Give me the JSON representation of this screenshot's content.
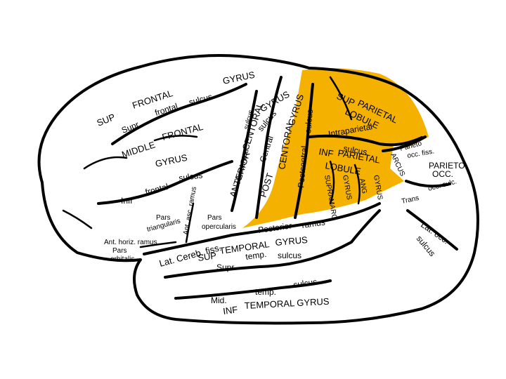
{
  "colors": {
    "highlight": "#F5B100",
    "outline": "#000000",
    "background": "#FFFFFF"
  },
  "labels": {
    "sup_frontal_gyrus_a": "GYRUS",
    "sup_frontal_gyrus_b": "FRONTAL",
    "sup_frontal_gyrus_c": "SUP",
    "sup_frontal_sulcus_a": "sulcus",
    "sup_frontal_sulcus_b": "frontal",
    "sup_frontal_sulcus_c": "Supr",
    "middle_frontal_a": "FRONTAL",
    "middle_frontal_b": "MIDDLE",
    "middle_frontal_c": "GYRUS",
    "inf_frontal_sulcus_a": "sulcus",
    "inf_frontal_sulcus_b": "frontal",
    "inf_frontal_sulcus_c": "Infr",
    "precentral_a": "Precentral",
    "precentral_b": "sulcus",
    "anterior_central_a": "ANTERIOR",
    "anterior_central_b": "CENTORAL",
    "anterior_central_c": "GYRUS",
    "central_sulcus_a": "Central",
    "central_sulcus_b": "sulcus",
    "post_central_a": "POST",
    "post_central_b": "CENTORAL",
    "post_central_c": "GYRUS",
    "postcentral_sulcus_a": "Postcentral",
    "postcentral_sulcus_b": "sulcus",
    "sup_parietal_a": "SUP",
    "sup_parietal_b": "PARIETAL",
    "sup_parietal_c": "LOBULE",
    "intraparietal_a": "Intraparietal",
    "intraparietal_b": "sulcus",
    "inf_parietal_a": "INF",
    "inf_parietal_b": "PARIETAL",
    "inf_parietal_c": "LOBULE",
    "supramarg": "SUPRAMARG",
    "gyrus_small": "GYRUS",
    "ang": "ANG",
    "gyrus_small_2": "GYRUS",
    "arcus": "ARCUS",
    "parieto_occ_fiss_a": "Parieto",
    "parieto_occ_fiss_b": "occ. fiss.",
    "parieto_occ_a": "PARIETO",
    "parieto_occ_b": "OCC.",
    "trans_occ_sulc_a": "Trans",
    "trans_occ_sulc_b": "occ. sulc.",
    "lat_occ_sulcus_a": "Lat. occ.",
    "lat_occ_sulcus_b": "sulcus",
    "pars_triangularis_a": "Pars",
    "pars_triangularis_b": "triangularis",
    "pars_opercularis_a": "Pars",
    "pars_opercularis_b": "opercularis",
    "ant_asc_ramus": "Ant. asc. ramus",
    "ant_horiz_ramus": "Ant. horiz. ramus",
    "pars_orbitalis_a": "Pars",
    "pars_orbitalis_b": "orbitalis",
    "posterior_ramus_a": "Posterior",
    "posterior_ramus_b": "ramus",
    "lat_cereb_fiss": "Lat. Cereb. fiss.",
    "sup_temporal_gyrus_a": "SUP",
    "sup_temporal_gyrus_b": "TEMPORAL",
    "sup_temporal_gyrus_c": "GYRUS",
    "sup_temp_sulcus_a": "Supr",
    "sup_temp_sulcus_b": "temp.",
    "sup_temp_sulcus_c": "sulcus",
    "mid_temp_sulcus_a": "Mid.",
    "mid_temp_sulcus_b": "temp.",
    "mid_temp_sulcus_c": "sulcus",
    "inf_temporal_gyrus_a": "INF",
    "inf_temporal_gyrus_b": "TEMPORAL GYRUS"
  }
}
